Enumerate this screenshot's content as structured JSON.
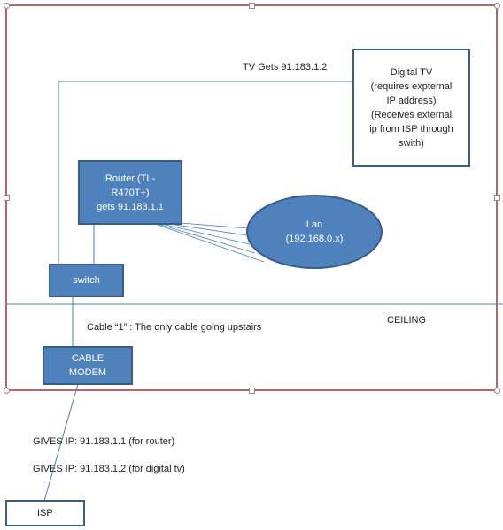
{
  "diagram": {
    "tv_gets_label": "TV Gets 91.183.1.2",
    "digital_tv": {
      "lines": [
        "Digital TV",
        "(requires expternal",
        "IP address)",
        "(Receives external",
        "ip from  ISP through",
        "swith)"
      ]
    },
    "router": {
      "lines": [
        "Router (TL-",
        "R470T+)",
        "gets 91.183.1.1"
      ]
    },
    "lan": {
      "lines": [
        "Lan",
        "(192.168.0.x)"
      ]
    },
    "switch_label": "switch",
    "ceiling_label": "CEILING",
    "cable_note": "Cable “1” : The only cable going upstairs",
    "cable_modem": {
      "lines": [
        "CABLE",
        "MODEM"
      ]
    },
    "gives_ip_router": "GIVES IP: 91.183.1.1 (for router)",
    "gives_ip_tv": "GIVES IP: 91.183.1.2 (for digital tv)",
    "isp_label": "ISP",
    "colors": {
      "box_fill": "#4f81bd",
      "box_border": "#385d8a",
      "connector_line": "#4a7ebb",
      "group_frame": "#953735"
    }
  }
}
